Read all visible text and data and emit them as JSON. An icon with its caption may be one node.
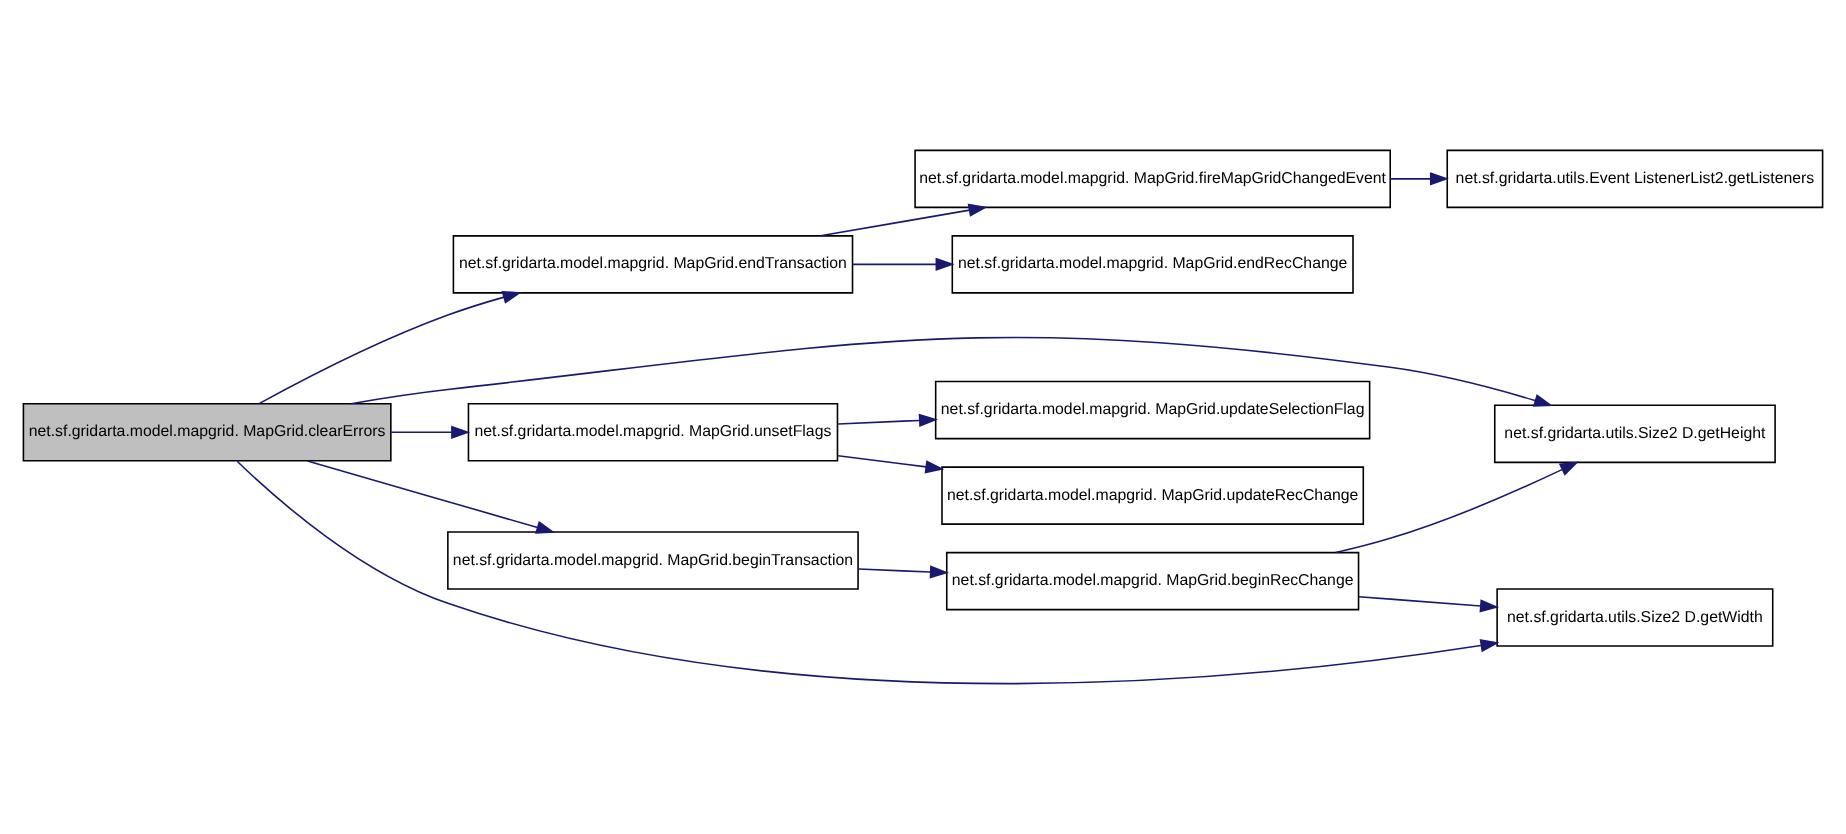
{
  "diagram": {
    "nodes": [
      {
        "text": [
          "net.sf.gridarta.model.mapgrid. MapGrid.clearErrors"
        ]
      },
      {
        "text": [
          "net.sf.gridarta.model.mapgrid. MapGrid.beginTransaction"
        ]
      },
      {
        "text": [
          "net.sf.gridarta.model.mapgrid. MapGrid.endTransaction"
        ]
      },
      {
        "text": [
          "net.sf.gridarta.model.mapgrid. MapGrid.unsetFlags"
        ]
      },
      {
        "text": [
          "net.sf.gridarta.model.mapgrid. MapGrid.beginRecChange"
        ]
      },
      {
        "text": [
          "net.sf.gridarta.model.mapgrid. MapGrid.fireMapGridChangedEvent"
        ]
      },
      {
        "text": [
          "net.sf.gridarta.model.mapgrid. MapGrid.endRecChange"
        ]
      },
      {
        "text": [
          "net.sf.gridarta.model.mapgrid. MapGrid.updateRecChange"
        ]
      },
      {
        "text": [
          "net.sf.gridarta.model.mapgrid. MapGrid.updateSelectionFlag"
        ]
      },
      {
        "text": [
          "net.sf.gridarta.utils.Size2 D.getHeight"
        ]
      },
      {
        "text": [
          "net.sf.gridarta.utils.Size2 D.getWidth"
        ]
      },
      {
        "text": [
          "net.sf.gridarta.utils.Event ListenerList2.getListeners"
        ]
      }
    ],
    "edges": [
      {
        "from": 0,
        "to": 9,
        "arrow": "to"
      },
      {
        "from": 0,
        "to": 1,
        "arrow": "to"
      },
      {
        "from": 0,
        "to": 10,
        "arrow": "to"
      },
      {
        "from": 0,
        "to": 2,
        "arrow": "to"
      },
      {
        "from": 0,
        "to": 3,
        "arrow": "to"
      },
      {
        "from": 1,
        "to": 4,
        "arrow": "to"
      },
      {
        "from": 4,
        "to": 9,
        "arrow": "to"
      },
      {
        "from": 4,
        "to": 10,
        "arrow": "to"
      },
      {
        "from": 2,
        "to": 5,
        "arrow": "to"
      },
      {
        "from": 2,
        "to": 6,
        "arrow": "to"
      },
      {
        "from": 5,
        "to": 11,
        "arrow": "to"
      },
      {
        "from": 3,
        "to": 7,
        "arrow": "to"
      },
      {
        "from": 3,
        "to": 8,
        "arrow": "to"
      }
    ]
  }
}
